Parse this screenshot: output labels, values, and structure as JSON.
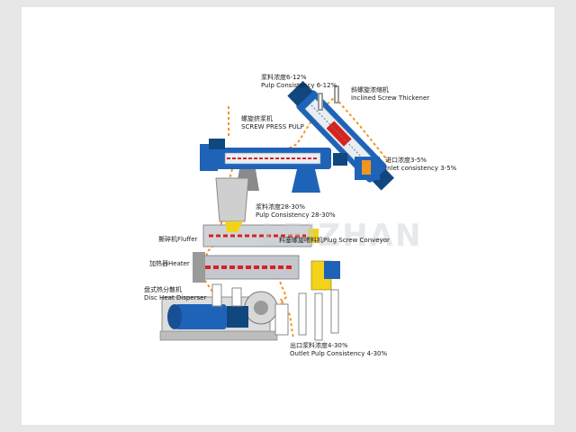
{
  "watermark": "LEIZHAN",
  "labels": {
    "pulp_top": {
      "zh": "浆料浓度6-12%",
      "en": "Pulp Consistency 6-12%"
    },
    "inclined": {
      "zh": "斜螺旋浓缩机",
      "en": "Inclined Screw Thickener"
    },
    "screw_press": {
      "zh": "螺旋挤浆机",
      "en": "SCREW PRESS PULP"
    },
    "inlet": {
      "zh": "进口浓度3-5%",
      "en": "Inlet consistency 3-5%"
    },
    "pulp_mid": {
      "zh": "浆料浓度28-30%",
      "en": "Pulp Consistency 28-30%"
    },
    "fluffer": {
      "zh": "撕碎机",
      "en": "Fluffer"
    },
    "plug_screw": {
      "zh": "料塞螺旋喂料机",
      "en": "Plug Screw Conveyor"
    },
    "heater": {
      "zh": "加热器",
      "en": "Heater"
    },
    "disperser": {
      "zh": "盘式热分散机",
      "en": "Disc Heat Disperser"
    },
    "outlet": {
      "zh": "出口浆料浓度4-30%",
      "en": "Outlet Pulp Consistency 4-30%"
    }
  },
  "colors": {
    "machine_blue": "#1f63b8",
    "flow_orange": "#f0961e",
    "steel": "#9a9a9a",
    "red": "#d8231f",
    "yellow": "#f3d21a"
  }
}
